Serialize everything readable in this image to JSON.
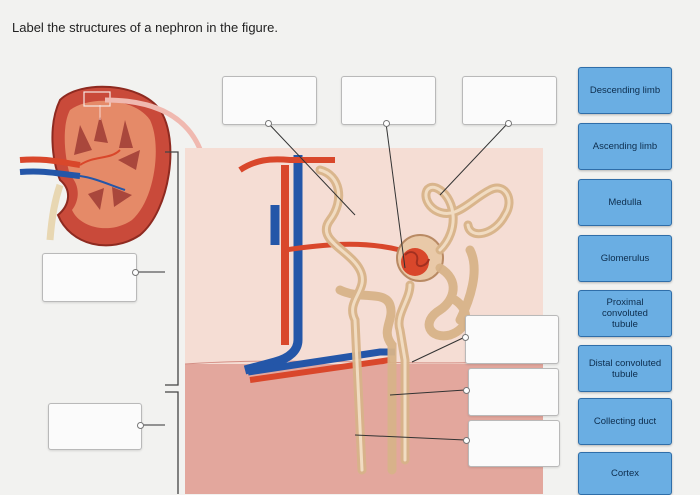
{
  "instruction": "Label the structures of a nephron in the figure.",
  "labels": [
    {
      "text": "Descending limb"
    },
    {
      "text": "Ascending limb"
    },
    {
      "text": "Medulla"
    },
    {
      "text": "Glomerulus"
    },
    {
      "text": "Proximal convoluted tubule"
    },
    {
      "text": "Distal convoluted tubule"
    },
    {
      "text": "Collecting duct"
    },
    {
      "text": "Cortex"
    }
  ],
  "colors": {
    "tile_fill": "#6aaee3",
    "tile_border": "#2f6ea9",
    "artery_red": "#d9472b",
    "vein_blue": "#2456a8",
    "tubule": "#e9c9a8",
    "cortex_bg": "#f3d9d0",
    "medulla_bg": "#e6aaa0"
  }
}
